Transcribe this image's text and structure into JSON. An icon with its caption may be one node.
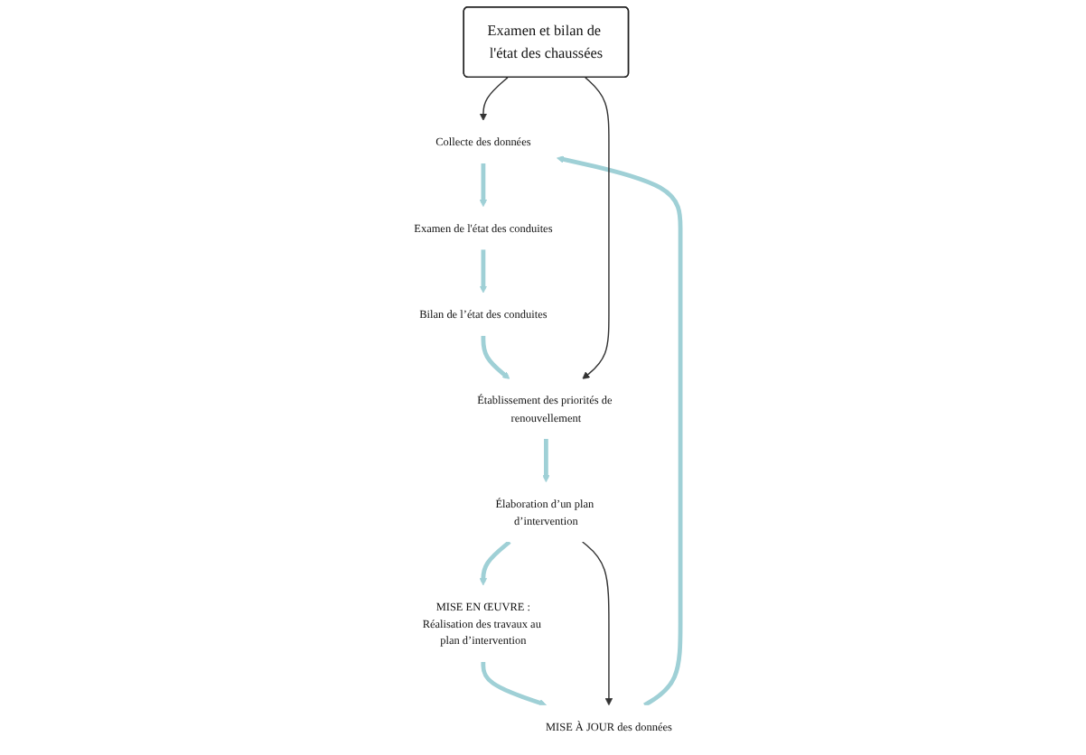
{
  "diagram": {
    "nodes": [
      {
        "text": [
          "MISE À JOUR des données"
        ]
      },
      {
        "text": [
          "Collecte des données"
        ]
      },
      {
        "text": [
          "Examen de l'état des conduites"
        ]
      },
      {
        "text": [
          "Bilan de l’état des conduites"
        ]
      },
      {
        "text": [
          "Établissement des priorités de renouvellement"
        ]
      },
      {
        "text": [
          "Élaboration d’un plan d’intervention"
        ]
      },
      {
        "text": [
          "MISE EN ŒUVRE :",
          "Réalisation des travaux au plan d’intervention"
        ]
      },
      {
        "text": [
          "Examen et bilan de l'état des chaussées"
        ]
      }
    ],
    "edges": [
      {
        "from": 0,
        "to": 1,
        "arrow": "to"
      },
      {
        "from": 1,
        "to": 2,
        "arrow": "to"
      },
      {
        "from": 2,
        "to": 3,
        "arrow": "to"
      },
      {
        "from": 3,
        "to": 4,
        "arrow": "to"
      },
      {
        "from": 4,
        "to": 5,
        "arrow": "to"
      },
      {
        "from": 5,
        "to": 6,
        "arrow": "to"
      },
      {
        "from": 6,
        "to": 0,
        "arrow": "to"
      },
      {
        "from": 7,
        "to": 1,
        "arrow": "to",
        "color": "#333333"
      },
      {
        "from": 7,
        "to": 4,
        "arrow": "to",
        "color": "#333333"
      },
      {
        "from": 5,
        "to": 0,
        "arrow": "to",
        "color": "#333333"
      }
    ]
  }
}
